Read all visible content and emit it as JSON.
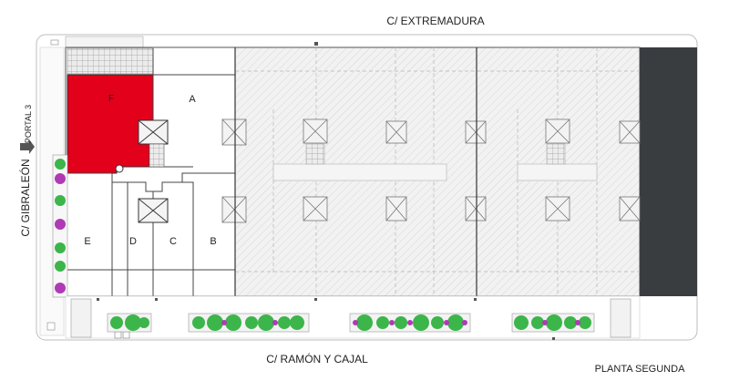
{
  "streets": {
    "top": "C/ EXTREMADURA",
    "bottom": "C/ RAMÓN Y CAJAL",
    "left": "C/ GIBRALEÓN",
    "portal": "PORTAL 3"
  },
  "floor_label": "PLANTA SEGUNDA",
  "units": {
    "F": "F",
    "A": "A",
    "E": "E",
    "D": "D",
    "C": "C",
    "B": "B"
  },
  "highlighted_unit": "F",
  "colors": {
    "highlight": "#e2001a",
    "wall": "#333333",
    "hatch": "#c8c8c8",
    "dark_block": "#3a3d40",
    "tree": "#3cb54a",
    "flower": "#b03ab5"
  }
}
